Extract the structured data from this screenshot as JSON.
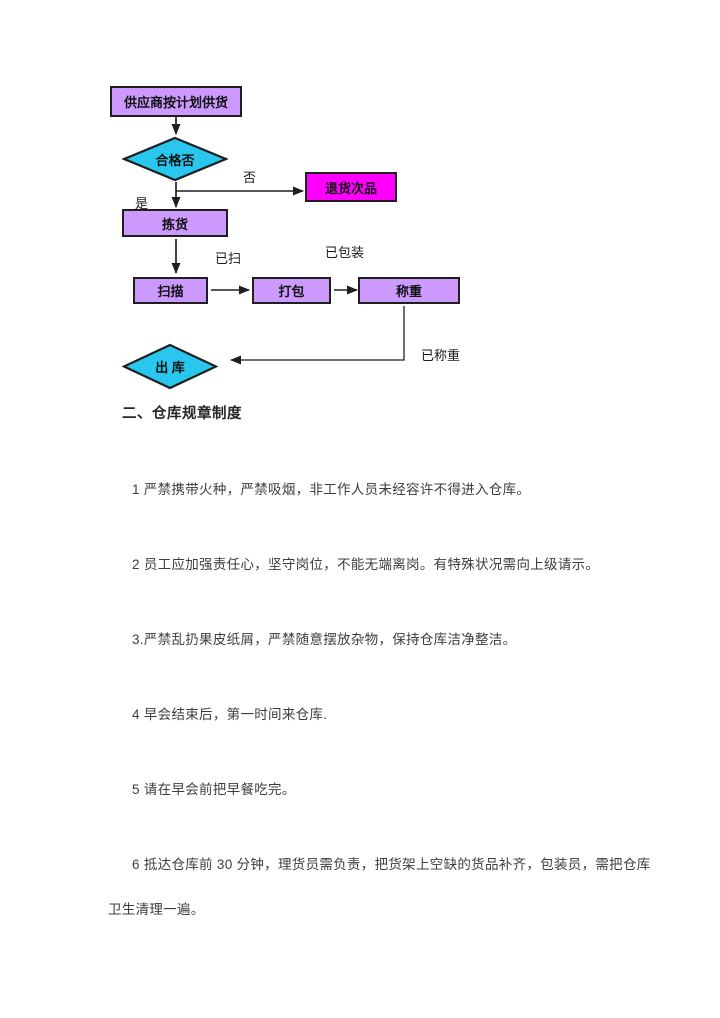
{
  "flow": {
    "nodes": {
      "supplier": "供应商按计划供货",
      "qualified": "合格否",
      "reject": "退货次品",
      "pick": "拣货",
      "scan": "扫描",
      "pack": "打包",
      "weigh": "称重",
      "outbound": "出 库"
    },
    "edge_labels": {
      "no": "否",
      "yes": "是",
      "scanned": "已扫",
      "packed": "已包装",
      "weighed": "已称重"
    },
    "colors": {
      "process_fill": "#cc99ff",
      "decision_fill": "#29c6ee",
      "reject_fill": "#ff00ff",
      "line_color": "#1f1f1f"
    }
  },
  "doc": {
    "heading": "二、仓库规章制度",
    "rules": [
      "1 严禁携带火种，严禁吸烟，非工作人员未经容许不得进入仓库。",
      "2 员工应加强责任心，坚守岗位，不能无端离岗。有特殊状况需向上级请示。",
      "3.严禁乱扔果皮纸屑，严禁随意摆放杂物，保持仓库洁净整洁。",
      "4 早会结束后，第一时间来仓库.",
      "5 请在早会前把早餐吃完。",
      "6 抵达仓库前 30 分钟，理货员需负责，把货架上空缺的货品补齐，包装员，需把仓库",
      "卫生清理一遍。"
    ]
  }
}
